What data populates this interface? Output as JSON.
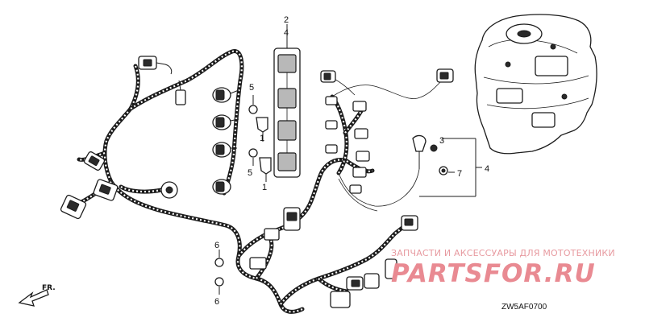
{
  "diagram": {
    "callouts": {
      "n2": "2",
      "n4_top": "4",
      "n5_upper": "5",
      "n5_lower": "5",
      "n1_upper": "1",
      "n1_lower": "1",
      "n3": "3",
      "n7": "7",
      "n4_right": "4",
      "n6_upper": "6",
      "n6_lower": "6"
    },
    "front_marker": "FR.",
    "drawing_code": "ZW5AF0700"
  },
  "watermark": {
    "tagline": "ЗАПЧАСТИ И АКСЕССУАРЫ ДЛЯ МОТОТЕХНИКИ",
    "brand": "PARTSFOR.RU"
  }
}
